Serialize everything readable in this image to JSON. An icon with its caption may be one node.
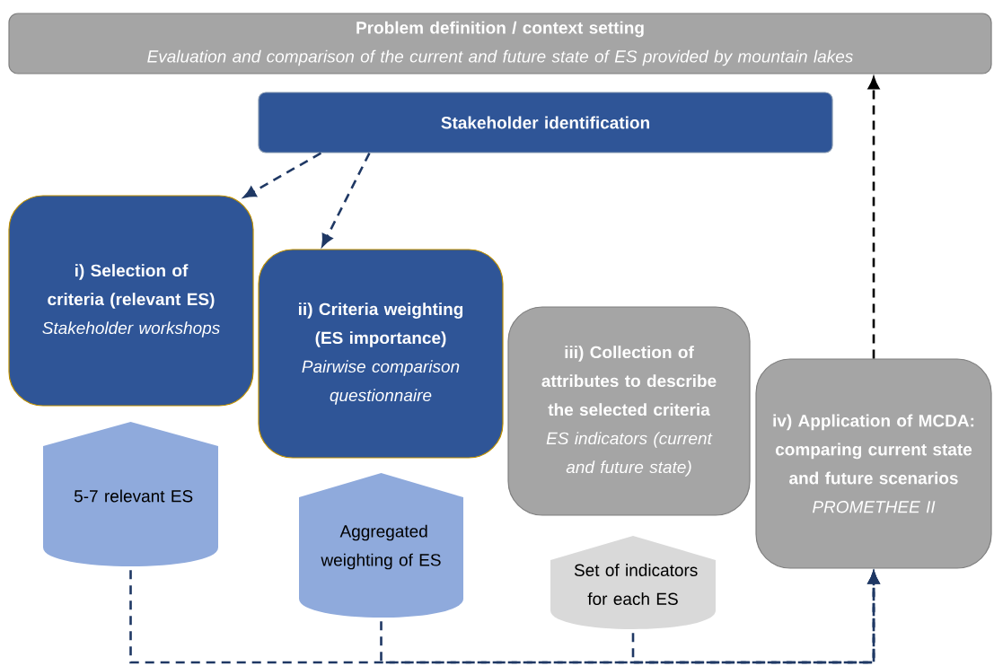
{
  "diagram": {
    "nodes": [
      {
        "text": [
          "Problem definition / context setting",
          "Evaluation and comparison of the current and future state of ES provided by mountain lakes"
        ]
      },
      {
        "text": [
          "Stakeholder identification"
        ]
      },
      {
        "text": [
          "i) Selection of criteria (relevant ES)",
          "Stakeholder workshops"
        ]
      },
      {
        "text": [
          "ii) Criteria weighting (ES importance)",
          "Pairwise comparison questionnaire"
        ]
      },
      {
        "text": [
          "iii) Collection of attributes to describe the selected criteria",
          "ES indicators (current and future state)"
        ]
      },
      {
        "text": [
          "iv) Application of MCDA: comparing current state and future scenarios",
          "PROMETHEE II"
        ]
      },
      {
        "text": [
          "5-7 relevant ES"
        ]
      },
      {
        "text": [
          "Aggregated weighting of ES"
        ]
      },
      {
        "text": [
          "Set of indicators for each ES"
        ]
      }
    ],
    "edges": [
      {
        "from": 1,
        "to": 2,
        "arrow": "to",
        "style": "dashed"
      },
      {
        "from": 1,
        "to": 3,
        "arrow": "to",
        "style": "dashed"
      },
      {
        "from": 5,
        "to": 0,
        "arrow": "to",
        "style": "dashed",
        "color": "#000000"
      },
      {
        "from": 6,
        "to": 5,
        "arrow": "to",
        "style": "dashed"
      },
      {
        "from": 7,
        "to": 5,
        "arrow": "to",
        "style": "dashed"
      },
      {
        "from": 8,
        "to": 5,
        "arrow": "to",
        "style": "dashed"
      }
    ]
  }
}
